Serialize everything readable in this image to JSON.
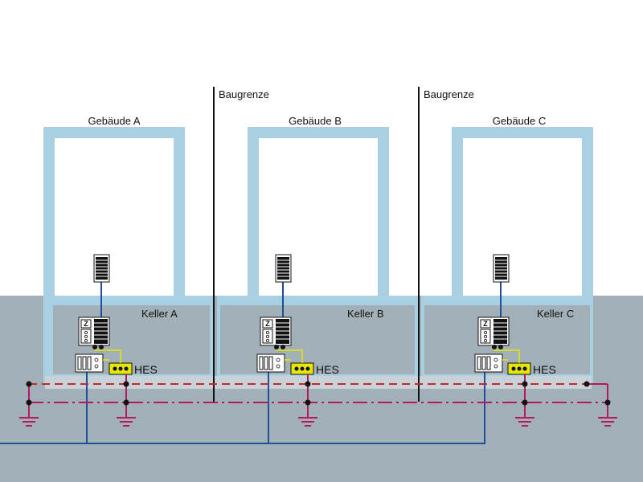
{
  "buildings": [
    {
      "name": "Gebäude A",
      "basement": "Keller A",
      "hes": "HES",
      "meter": "Z"
    },
    {
      "name": "Gebäude B",
      "basement": "Keller B",
      "hes": "HES",
      "meter": "Z"
    },
    {
      "name": "Gebäude C",
      "basement": "Keller C",
      "hes": "HES",
      "meter": "Z"
    }
  ],
  "boundary_label": "Baugrenze",
  "colors": {
    "wall": "#a9cfe3",
    "ground": "#a2b0b7",
    "foundation": "#c7d3d8",
    "supply_cable": "#1d4f9a",
    "earth_line": "#b5195e",
    "potential_line": "#c62828",
    "earth_wire": "#e6e600",
    "boundary": "#111111"
  }
}
